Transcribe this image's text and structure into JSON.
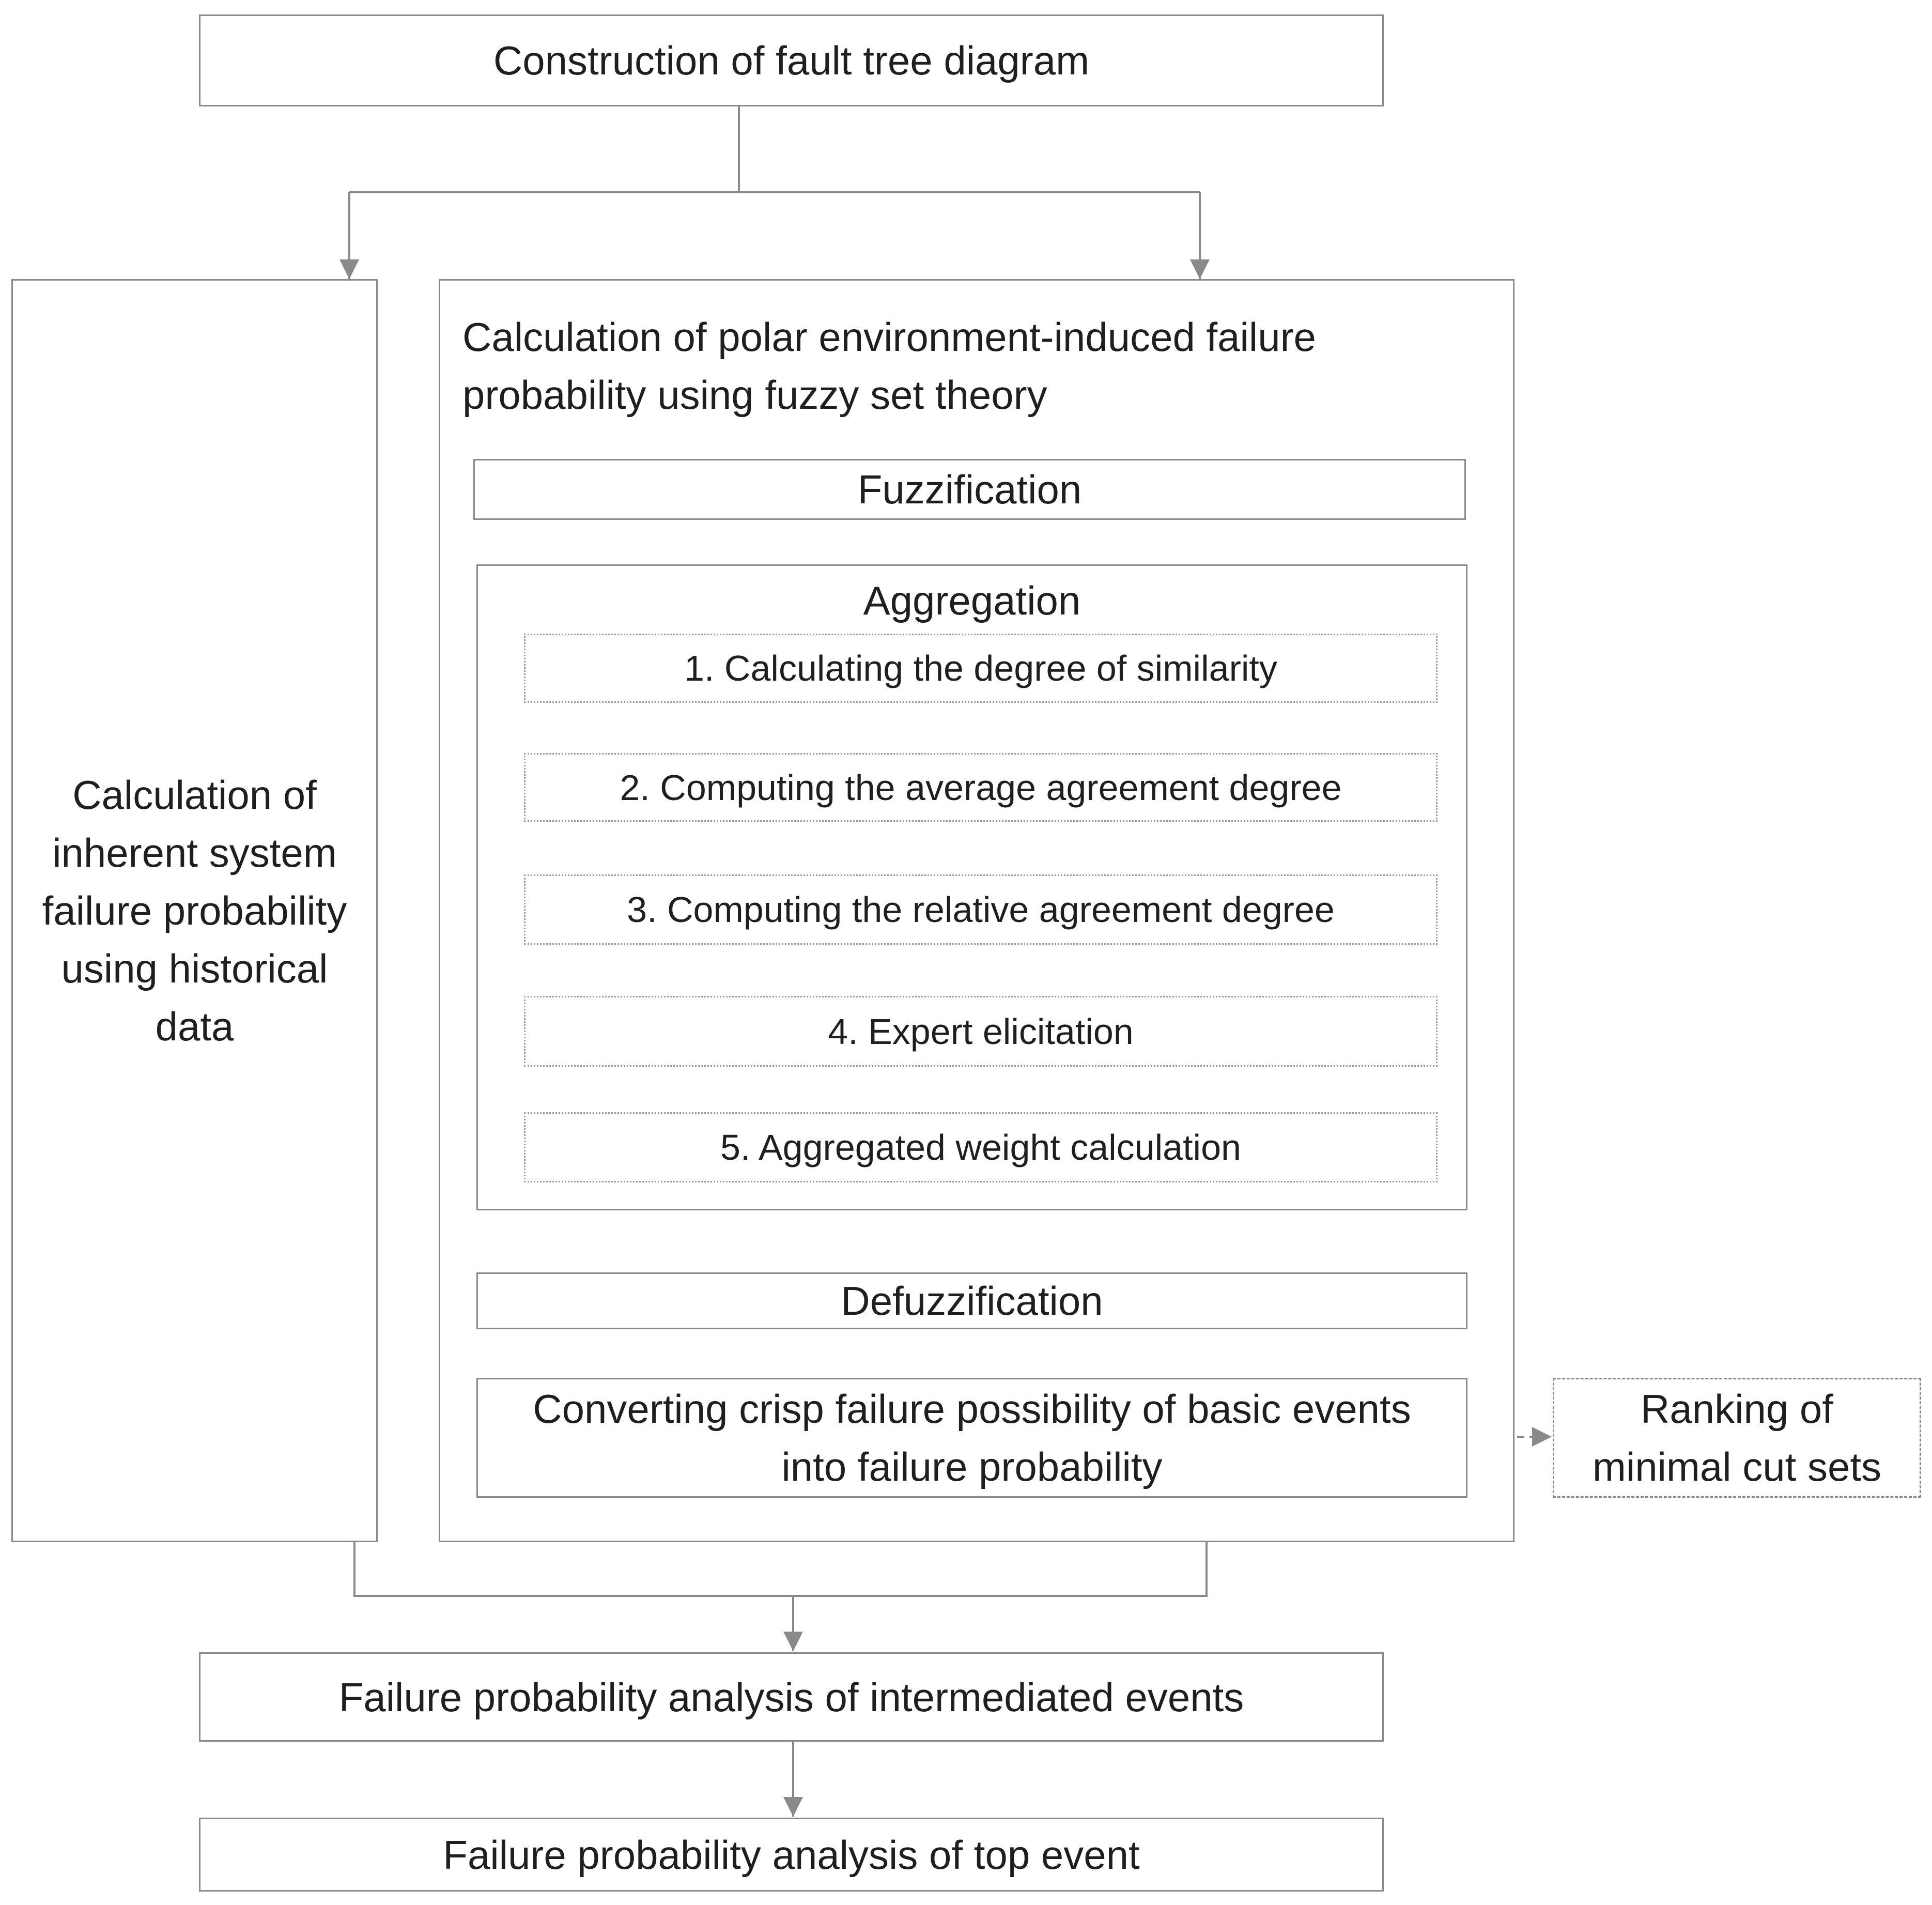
{
  "nodes": {
    "construction": "Construction of fault tree diagram",
    "inherent": "Calculation of inherent system failure probability using historical data",
    "polar_title": "Calculation of polar environment-induced failure probability using fuzzy set theory",
    "fuzzification": "Fuzzification",
    "aggregation": "Aggregation",
    "steps": [
      "1. Calculating the degree of similarity",
      "2. Computing the average agreement degree",
      "3. Computing the relative agreement degree",
      "4. Expert elicitation",
      "5. Aggregated weight calculation"
    ],
    "defuzzification": "Defuzzification",
    "converting": "Converting crisp failure possibility of basic events into failure probability",
    "ranking": "Ranking of minimal cut sets",
    "intermediate": "Failure probability analysis of intermediated events",
    "top_event": "Failure probability analysis of top event"
  }
}
